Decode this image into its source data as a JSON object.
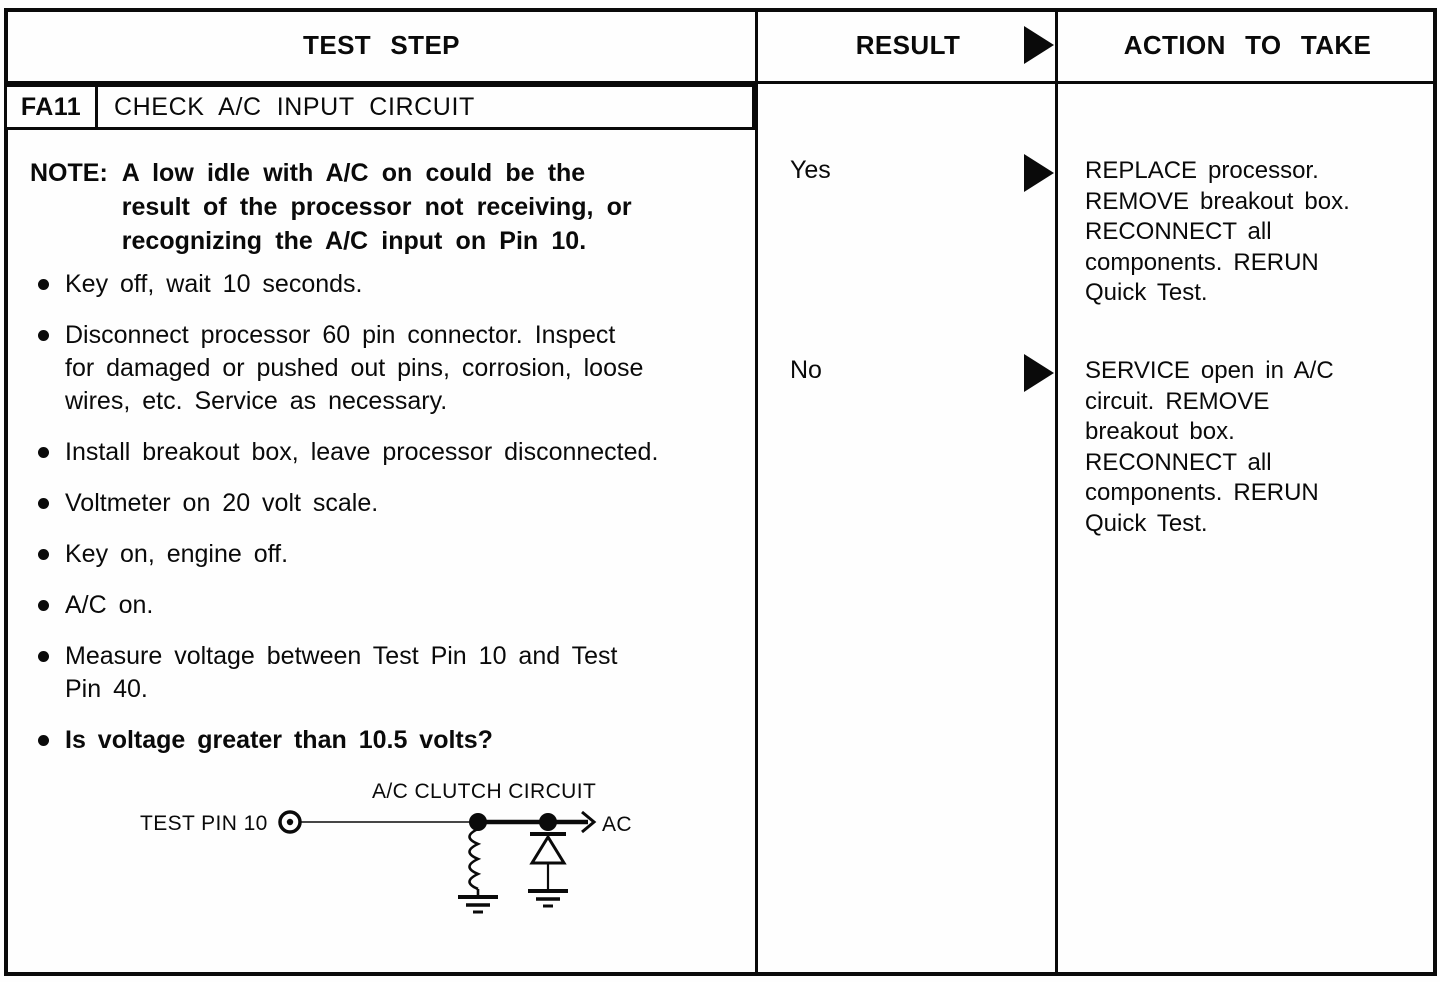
{
  "table": {
    "headers": {
      "test_step": "TEST STEP",
      "result": "RESULT",
      "action": "ACTION TO TAKE"
    },
    "ink_color": "#0a0a0a",
    "paper_color": "#fefefe"
  },
  "test": {
    "id": "FA11",
    "title": "CHECK A/C INPUT CIRCUIT",
    "note": {
      "label": "NOTE:",
      "lines": [
        "A low idle with A/C on could be the",
        "result of the processor not receiving, or",
        "recognizing the A/C input on Pin 10."
      ]
    },
    "bullets": [
      {
        "lines": [
          "Key off, wait 10 seconds."
        ]
      },
      {
        "lines": [
          "Disconnect processor 60 pin connector. Inspect",
          "for damaged or pushed out pins, corrosion, loose",
          "wires, etc. Service as necessary."
        ]
      },
      {
        "lines": [
          "Install breakout box, leave processor disconnected."
        ]
      },
      {
        "lines": [
          "Voltmeter on 20 volt scale."
        ]
      },
      {
        "lines": [
          "Key on, engine off."
        ]
      },
      {
        "lines": [
          "A/C on."
        ]
      },
      {
        "lines": [
          "Measure voltage between Test Pin 10 and Test",
          "Pin 40."
        ]
      },
      {
        "lines": [
          "Is voltage greater than 10.5 volts?"
        ],
        "bold": true
      }
    ],
    "diagram": {
      "title": "A/C CLUTCH CIRCUIT",
      "pin_label": "TEST PIN 10",
      "output_label": "AC",
      "components": [
        "test-pin-terminal",
        "inductor-to-ground",
        "diode-to-ground",
        "ac-output-arrow"
      ]
    },
    "results": [
      {
        "answer": "Yes",
        "action_lines": [
          "REPLACE processor.",
          "REMOVE breakout box.",
          "RECONNECT all",
          "components. RERUN",
          "Quick Test."
        ]
      },
      {
        "answer": "No",
        "action_lines": [
          "SERVICE open in A/C",
          "circuit. REMOVE",
          "breakout box.",
          "RECONNECT all",
          "components. RERUN",
          "Quick Test."
        ]
      }
    ]
  }
}
